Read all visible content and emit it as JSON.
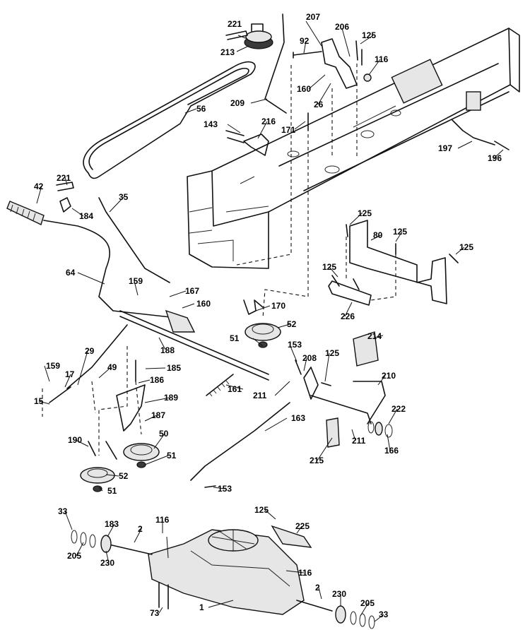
{
  "labels": [
    "221",
    "213",
    "207",
    "206",
    "125",
    "92",
    "116",
    "160",
    "26",
    "209",
    "56",
    "171",
    "143",
    "216",
    "197",
    "196",
    "221",
    "42",
    "184",
    "35",
    "125",
    "80",
    "125",
    "125",
    "64",
    "125",
    "159",
    "167",
    "160",
    "170",
    "226",
    "52",
    "51",
    "214",
    "153",
    "188",
    "208",
    "125",
    "159",
    "185",
    "29",
    "49",
    "17",
    "186",
    "211",
    "210",
    "161",
    "15",
    "189",
    "222",
    "187",
    "163",
    "166",
    "50",
    "190",
    "51",
    "211",
    "215",
    "52",
    "51",
    "153",
    "125",
    "33",
    "116",
    "225",
    "183",
    "2",
    "205",
    "230",
    "116",
    "2",
    "230",
    "205",
    "73",
    "1",
    "33"
  ]
}
